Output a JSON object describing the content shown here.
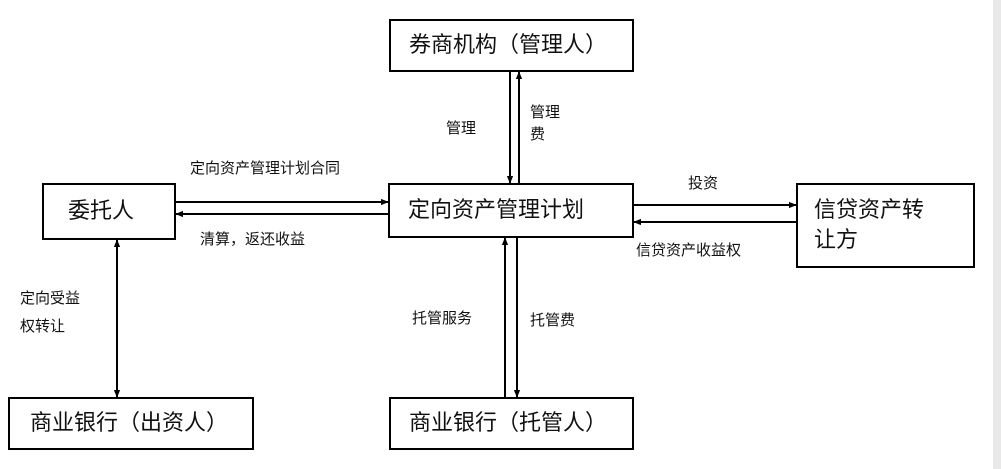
{
  "nodes": {
    "broker": "券商机构（管理人）",
    "plan": "定向资产管理计划",
    "trustor": "委托人",
    "transferor_line1": "信贷资产转",
    "transferor_line2": "让方",
    "bank_investor": "商业银行（出资人）",
    "bank_custodian": "商业银行（托管人）"
  },
  "edges": {
    "management": "管理",
    "management_fee_line1": "管理",
    "management_fee_line2": "费",
    "contract": "定向资产管理计划合同",
    "settlement": "清算，返还收益",
    "investment": "投资",
    "credit_asset_income": "信贷资产收益权",
    "beneficial_transfer_line1": "定向受益",
    "beneficial_transfer_line2": "权转让",
    "custody_service": "托管服务",
    "custody_fee": "托管费"
  }
}
